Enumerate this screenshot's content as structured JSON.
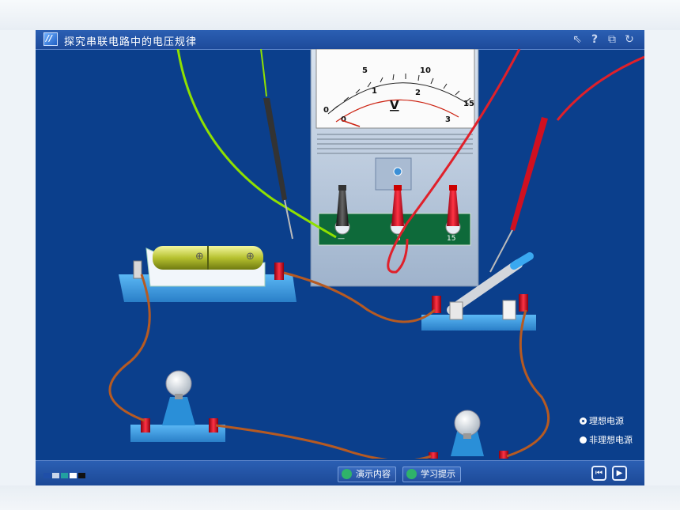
{
  "window": {
    "title": "探究串联电路中的电压规律",
    "logo_text": "//"
  },
  "toolbar_icons": [
    "pointer-icon",
    "help-icon",
    "restore-icon",
    "refresh-icon"
  ],
  "toolbar_glyphs": {
    "pointer": "⇖",
    "help": "?",
    "restore": "⧉",
    "refresh": "↻"
  },
  "meter": {
    "unit_label": "V",
    "scale_top": [
      "0",
      "5",
      "10",
      "15"
    ],
    "scale_bottom": [
      "0",
      "1",
      "2",
      "3"
    ],
    "terminal_labels": [
      "—",
      "3",
      "15"
    ]
  },
  "battery": {
    "plus_symbols": [
      "⊕",
      "⊕"
    ]
  },
  "power_options": {
    "ideal": "理想电源",
    "non_ideal": "非理想电源",
    "selected": "ideal"
  },
  "swatch_colors": [
    "#1f4fa8",
    "#c9d6ea",
    "#22a0a0",
    "#ffffff",
    "#111111"
  ],
  "bottom_buttons": {
    "demo": "演示内容",
    "tips": "学习提示"
  },
  "nav": {
    "first": "⏮",
    "play": "▶"
  },
  "colors": {
    "background": "#0b3f8c",
    "wire_copper": "#b65a22",
    "lead_green": "#8fe000",
    "lead_red": "#e0202a",
    "base_blue": "#3b9de0"
  }
}
